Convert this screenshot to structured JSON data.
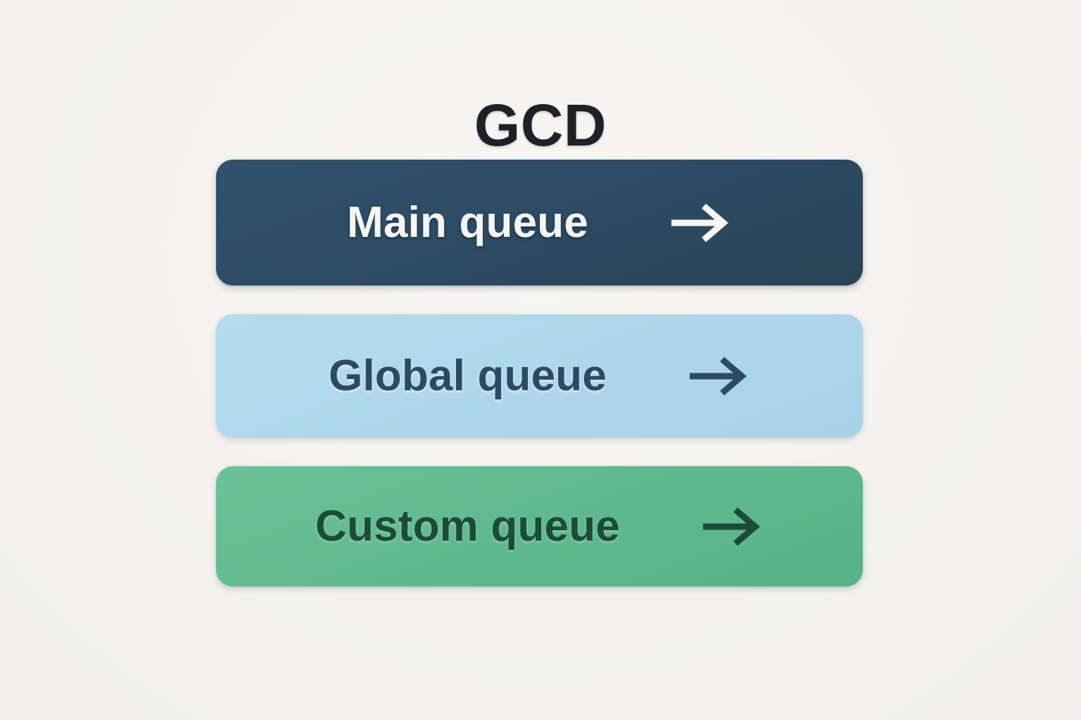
{
  "page": {
    "title": "GCD",
    "background_color": "#f4f3ef",
    "title_color": "#1e2227"
  },
  "queues": {
    "items": [
      {
        "label": "Main queue",
        "icon": "arrow-right-icon",
        "variant": "main",
        "background_color": "#2c4a63",
        "text_color": "#f6f5f1",
        "arrow_color": "#f6f5f1"
      },
      {
        "label": "Global queue",
        "icon": "arrow-right-icon",
        "variant": "global",
        "background_color": "#aed6ea",
        "text_color": "#2c4a63",
        "arrow_color": "#2c4a63"
      },
      {
        "label": "Custom queue",
        "icon": "arrow-right-icon",
        "variant": "custom",
        "background_color": "#5fb98e",
        "text_color": "#1d4b38",
        "arrow_color": "#1d4b38"
      }
    ]
  }
}
